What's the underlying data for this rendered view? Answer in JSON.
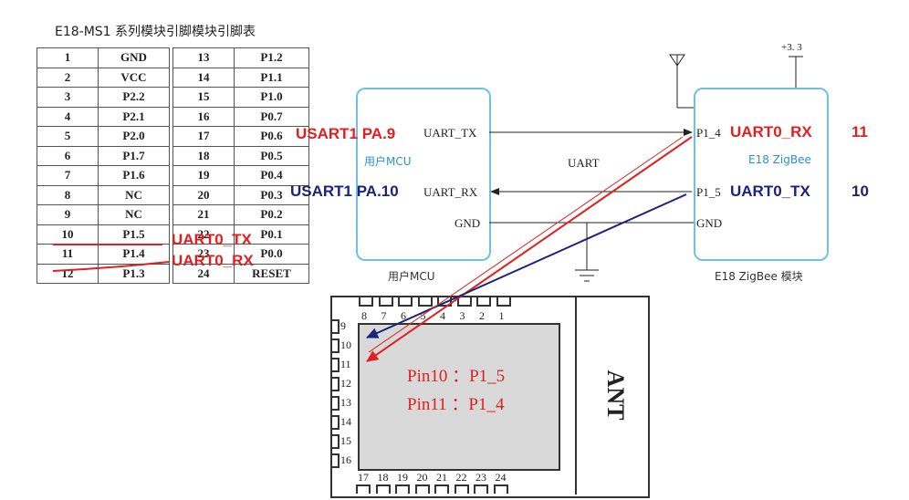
{
  "title": "E18-MS1 系列模块引脚模块引脚表",
  "pin_table": {
    "left": [
      [
        "1",
        "GND"
      ],
      [
        "2",
        "VCC"
      ],
      [
        "3",
        "P2.2"
      ],
      [
        "4",
        "P2.1"
      ],
      [
        "5",
        "P2.0"
      ],
      [
        "6",
        "P1.7"
      ],
      [
        "7",
        "P1.6"
      ],
      [
        "8",
        "NC"
      ],
      [
        "9",
        "NC"
      ],
      [
        "10",
        "P1.5"
      ],
      [
        "11",
        "P1.4"
      ],
      [
        "12",
        "P1.3"
      ]
    ],
    "right": [
      [
        "13",
        "P1.2"
      ],
      [
        "14",
        "P1.1"
      ],
      [
        "15",
        "P1.0"
      ],
      [
        "16",
        "P0.7"
      ],
      [
        "17",
        "P0.6"
      ],
      [
        "18",
        "P0.5"
      ],
      [
        "19",
        "P0.4"
      ],
      [
        "20",
        "P0.3"
      ],
      [
        "21",
        "P0.2"
      ],
      [
        "22",
        "P0.1"
      ],
      [
        "23",
        "P0.0"
      ],
      [
        "24",
        "RESET"
      ]
    ]
  },
  "table_annotations": {
    "tx": "UART0_TX",
    "rx": "UART0_RX"
  },
  "mcu": {
    "inner_label": "用户MCU",
    "caption": "用户MCU",
    "pins": {
      "tx": "UART_TX",
      "rx": "UART_RX",
      "gnd": "GND"
    }
  },
  "zigbee": {
    "inner_label": "E18 ZigBee",
    "caption": "E18 ZigBee 模块",
    "pins": {
      "p14": "P1_4",
      "p15": "P1_5",
      "gnd": "GND"
    },
    "supply": "+3. 3"
  },
  "bus_label": "UART",
  "annotations": {
    "usart_tx": "USART1  PA.9",
    "usart_rx": "USART1 PA.10",
    "zb_rx": "UART0_RX",
    "zb_tx": "UART0_TX",
    "num_11": "11",
    "num_10": "10"
  },
  "module": {
    "top_pins": [
      "8",
      "7",
      "6",
      "5",
      "4",
      "3",
      "2",
      "1"
    ],
    "left_pins": [
      "9",
      "10",
      "11",
      "12",
      "13",
      "14",
      "15",
      "16"
    ],
    "bottom_pins": [
      "17",
      "18",
      "19",
      "20",
      "21",
      "22",
      "23",
      "24"
    ],
    "antenna_label": "ANT",
    "mapping": [
      "Pin10  ：P1_5",
      "Pin11  ：P1_4"
    ]
  },
  "colors": {
    "red": "#e02020",
    "blue": "#1a237e",
    "box_border": "#6ec1e4",
    "chip_fill": "#d9d9d9"
  }
}
